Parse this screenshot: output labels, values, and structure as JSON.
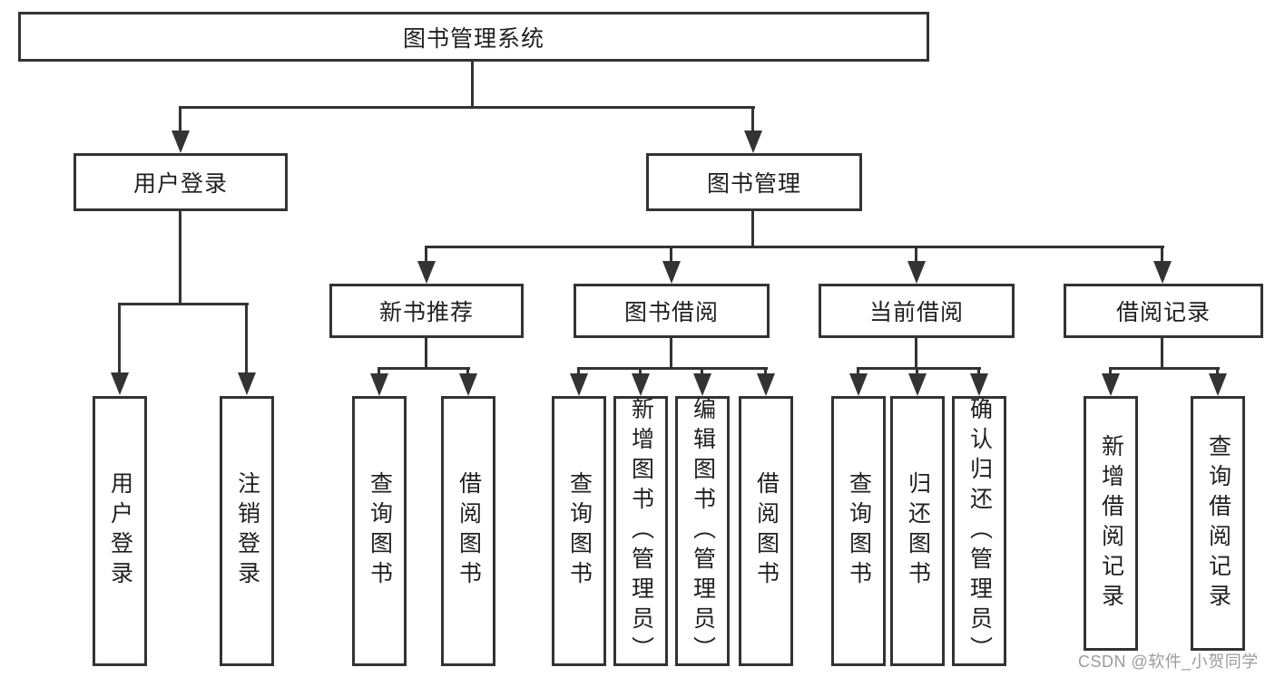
{
  "tree": {
    "label": "图书管理系统",
    "children": [
      {
        "label": "用户登录",
        "children": [
          {
            "label": "用户登录"
          },
          {
            "label": "注销登录"
          }
        ]
      },
      {
        "label": "图书管理",
        "children": [
          {
            "label": "新书推荐",
            "children": [
              {
                "label": "查询图书"
              },
              {
                "label": "借阅图书"
              }
            ]
          },
          {
            "label": "图书借阅",
            "children": [
              {
                "label": "查询图书"
              },
              {
                "label": "新增图书（管理员）"
              },
              {
                "label": "编辑图书（管理员）"
              },
              {
                "label": "借阅图书"
              }
            ]
          },
          {
            "label": "当前借阅",
            "children": [
              {
                "label": "查询图书"
              },
              {
                "label": "归还图书"
              },
              {
                "label": "确认归还（管理员）"
              }
            ]
          },
          {
            "label": "借阅记录",
            "children": [
              {
                "label": "新增借阅记录"
              },
              {
                "label": "查询借阅记录"
              }
            ]
          }
        ]
      }
    ]
  },
  "watermark": {
    "text": "CSDN @软件_小贺同学"
  },
  "colors": {
    "line": "#333333",
    "text": "#1f1f1f",
    "watermark": "#9b9b9b",
    "background": "#ffffff"
  }
}
